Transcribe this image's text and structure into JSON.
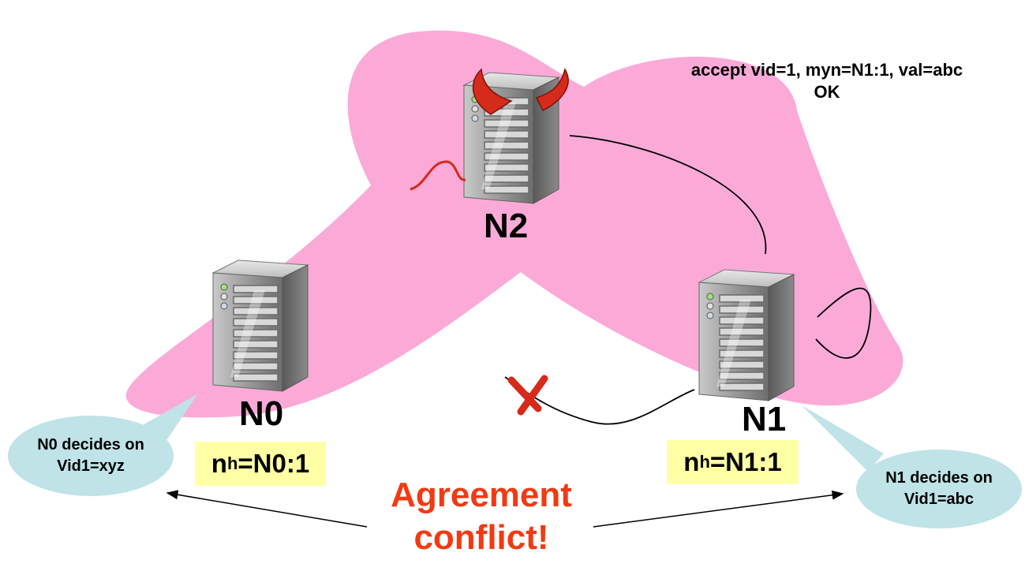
{
  "nodes": {
    "n0": {
      "label": "N0",
      "state_prefix": "n",
      "state_sub": "h",
      "state_value": "=N0:1"
    },
    "n1": {
      "label": "N1",
      "state_prefix": "n",
      "state_sub": "h",
      "state_value": "=N1:1"
    },
    "n2": {
      "label": "N2"
    }
  },
  "message": {
    "line1": "accept vid=1, myn=N1:1, val=abc",
    "line2": "OK"
  },
  "decisions": {
    "n0": {
      "line1": "N0 decides on",
      "line2": "Vid1=xyz"
    },
    "n1": {
      "line1": "N1 decides on",
      "line2": "Vid1=abc"
    }
  },
  "conflict": {
    "line1": "Agreement",
    "line2": "conflict!"
  },
  "colors": {
    "quorum_blob": "#fbaad8",
    "note_box": "#ffffa6",
    "bubble": "#bfe3e6",
    "conflict_text": "#f23a12",
    "malicious": "#d62a1a"
  }
}
